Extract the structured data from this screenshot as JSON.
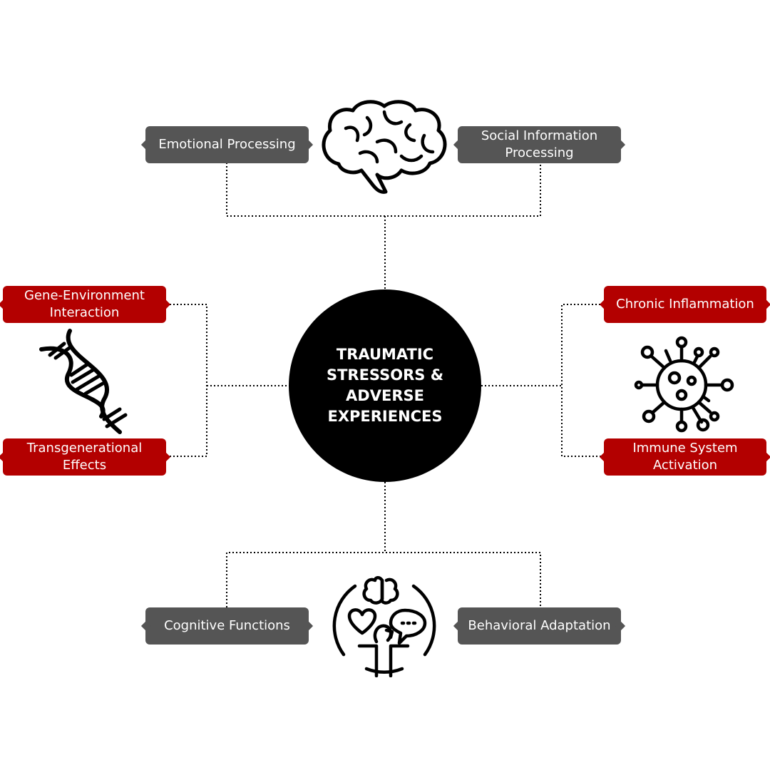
{
  "center": {
    "label": "TRAUMATIC\nSTRESSORS &\nADVERSE\nEXPERIENCES"
  },
  "nodes": {
    "emotional_processing": "Emotional Processing",
    "social_information_processing": "Social Information\nProcessing",
    "gene_environment_interaction": "Gene-Environment\nInteraction",
    "transgenerational_effects": "Transgenerational\nEffects",
    "chronic_inflammation": "Chronic Inflammation",
    "immune_system_activation": "Immune System\nActivation",
    "cognitive_functions": "Cognitive Functions",
    "behavioral_adaptation": "Behavioral Adaptation"
  },
  "icons": {
    "top": "brain-icon",
    "left": "dna-icon",
    "right": "virus-icon",
    "bottom": "cognitive-behavior-icon"
  },
  "colors": {
    "center_fill": "#000000",
    "neural_tag": "#555555",
    "biological_tag": "#b30000",
    "connector": "#000000"
  }
}
